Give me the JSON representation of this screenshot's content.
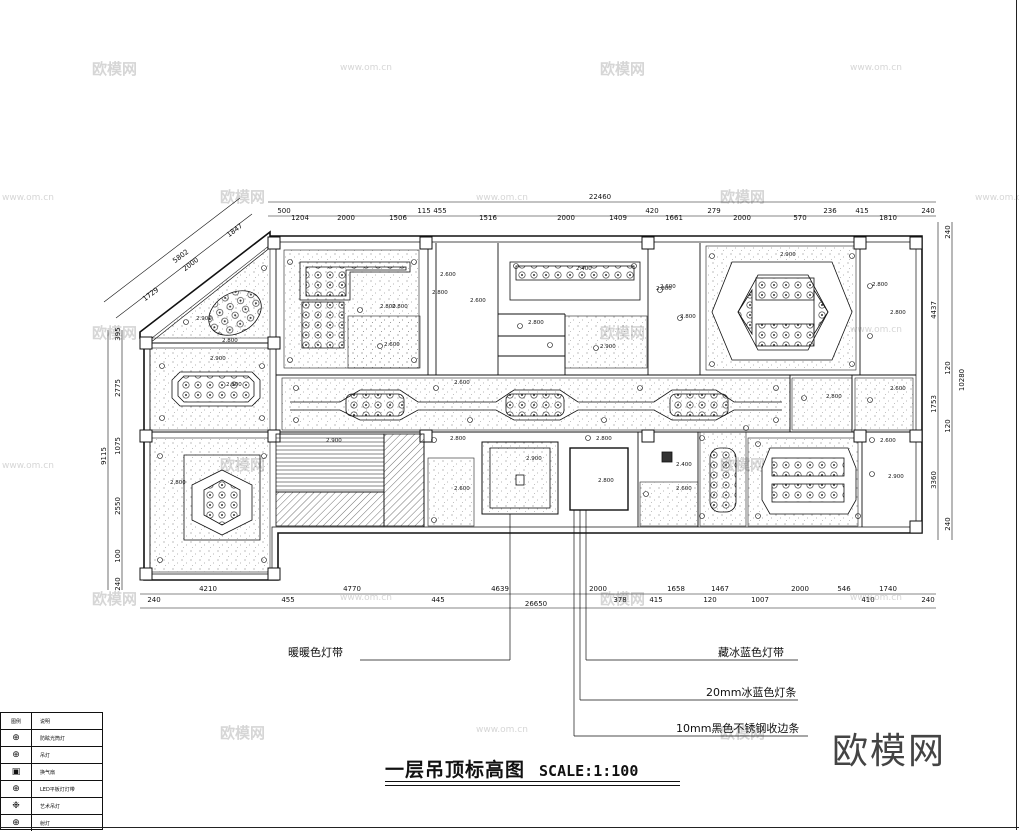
{
  "drawing": {
    "title": "一层吊顶标高图",
    "scale": "SCALE:1:100",
    "brand": "欧模网"
  },
  "dimensions": {
    "top_total": "22460",
    "top_segments": [
      "500",
      "1204",
      "2000",
      "1506",
      "115",
      "455",
      "1516",
      "2000",
      "1409",
      "420",
      "1661",
      "279",
      "2000",
      "570",
      "236",
      "415",
      "1810",
      "240"
    ],
    "bottom_total": "26650",
    "bottom_segments": [
      "240",
      "4210",
      "455",
      "4770",
      "445",
      "4639",
      "2000",
      "378",
      "415",
      "1658",
      "120",
      "1467",
      "1007",
      "2000",
      "546",
      "410",
      "1740",
      "240"
    ],
    "left_segments": [
      "2775",
      "1075",
      "2550",
      "100",
      "240"
    ],
    "left_total": "9115",
    "right_segments": [
      "240",
      "4437",
      "120",
      "1753",
      "120",
      "3360",
      "240"
    ],
    "right_total": "10280",
    "diagonal_segments": [
      "1729",
      "2000",
      "1847"
    ],
    "diagonal_total": "5802",
    "left_small": "395"
  },
  "elevations": [
    "2.900",
    "2.800",
    "2.900",
    "2.900",
    "2.600",
    "2.800",
    "2.600",
    "2.800",
    "2.600",
    "2.400",
    "2.800",
    "2.900",
    "2.600",
    "2.800",
    "2.900",
    "2.800",
    "2.800",
    "2.600",
    "2.800",
    "2.600",
    "2.800",
    "2.600",
    "2.900",
    "2.800",
    "2.800",
    "2.400",
    "2.600",
    "2.600",
    "2.900",
    "2.800",
    "2.800",
    "2.800",
    "2.800"
  ],
  "callouts": {
    "warm_strip": "暖暖色灯带",
    "ice_blue_strip": "藏冰蓝色灯带",
    "ice_blue_bar": "20mm冰蓝色灯条",
    "steel_edge": "10mm黑色不锈钢收边条"
  },
  "legend": {
    "header": [
      "图例",
      "说明"
    ],
    "rows": [
      {
        "icon": "downlight-icon",
        "symbol": "⊕",
        "label": "防眩光筒灯"
      },
      {
        "icon": "lamp-icon",
        "symbol": "⊕",
        "label": "吊灯"
      },
      {
        "icon": "exhaust-icon",
        "symbol": "▣",
        "label": "换气扇"
      },
      {
        "icon": "led-icon",
        "symbol": "⊕",
        "label": "LED平板灯灯带"
      },
      {
        "icon": "art-lamp-icon",
        "symbol": "❉",
        "label": "艺术吊灯"
      },
      {
        "icon": "spot-icon",
        "symbol": "⊕",
        "label": "射灯"
      }
    ]
  },
  "watermarks": {
    "logo": "欧模网",
    "url": "www.om.cn"
  }
}
